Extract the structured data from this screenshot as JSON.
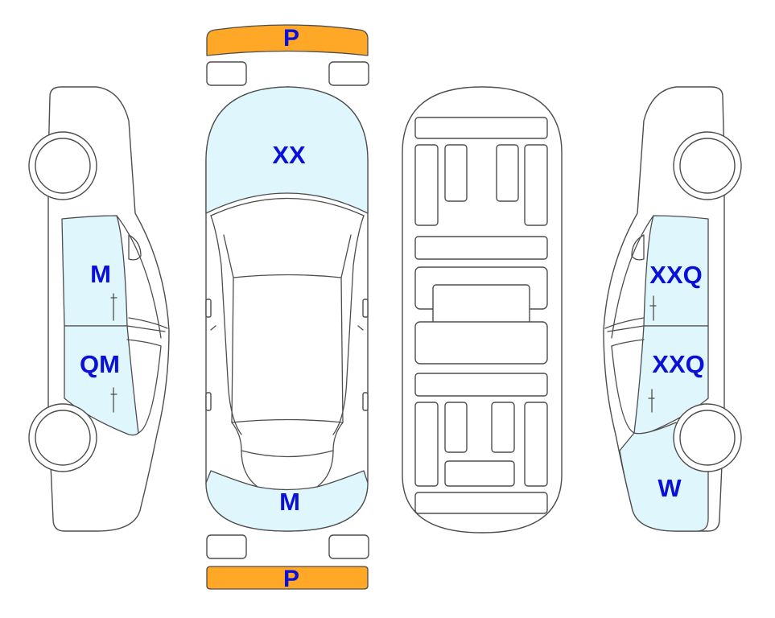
{
  "colors": {
    "highlight_fill": "#dff6fc",
    "bumper_fill": "#ffa726",
    "label_text": "#0b10d8",
    "outline": "#4d4d4d"
  },
  "bumpers": {
    "front": "P",
    "rear": "P"
  },
  "top_view": {
    "hood": "XX",
    "trunk": "M"
  },
  "left_side": {
    "front_door": "M",
    "rear_door": "QM"
  },
  "right_side": {
    "front_door": "XXQ",
    "rear_door": "XXQ",
    "rear_fender": "W"
  }
}
